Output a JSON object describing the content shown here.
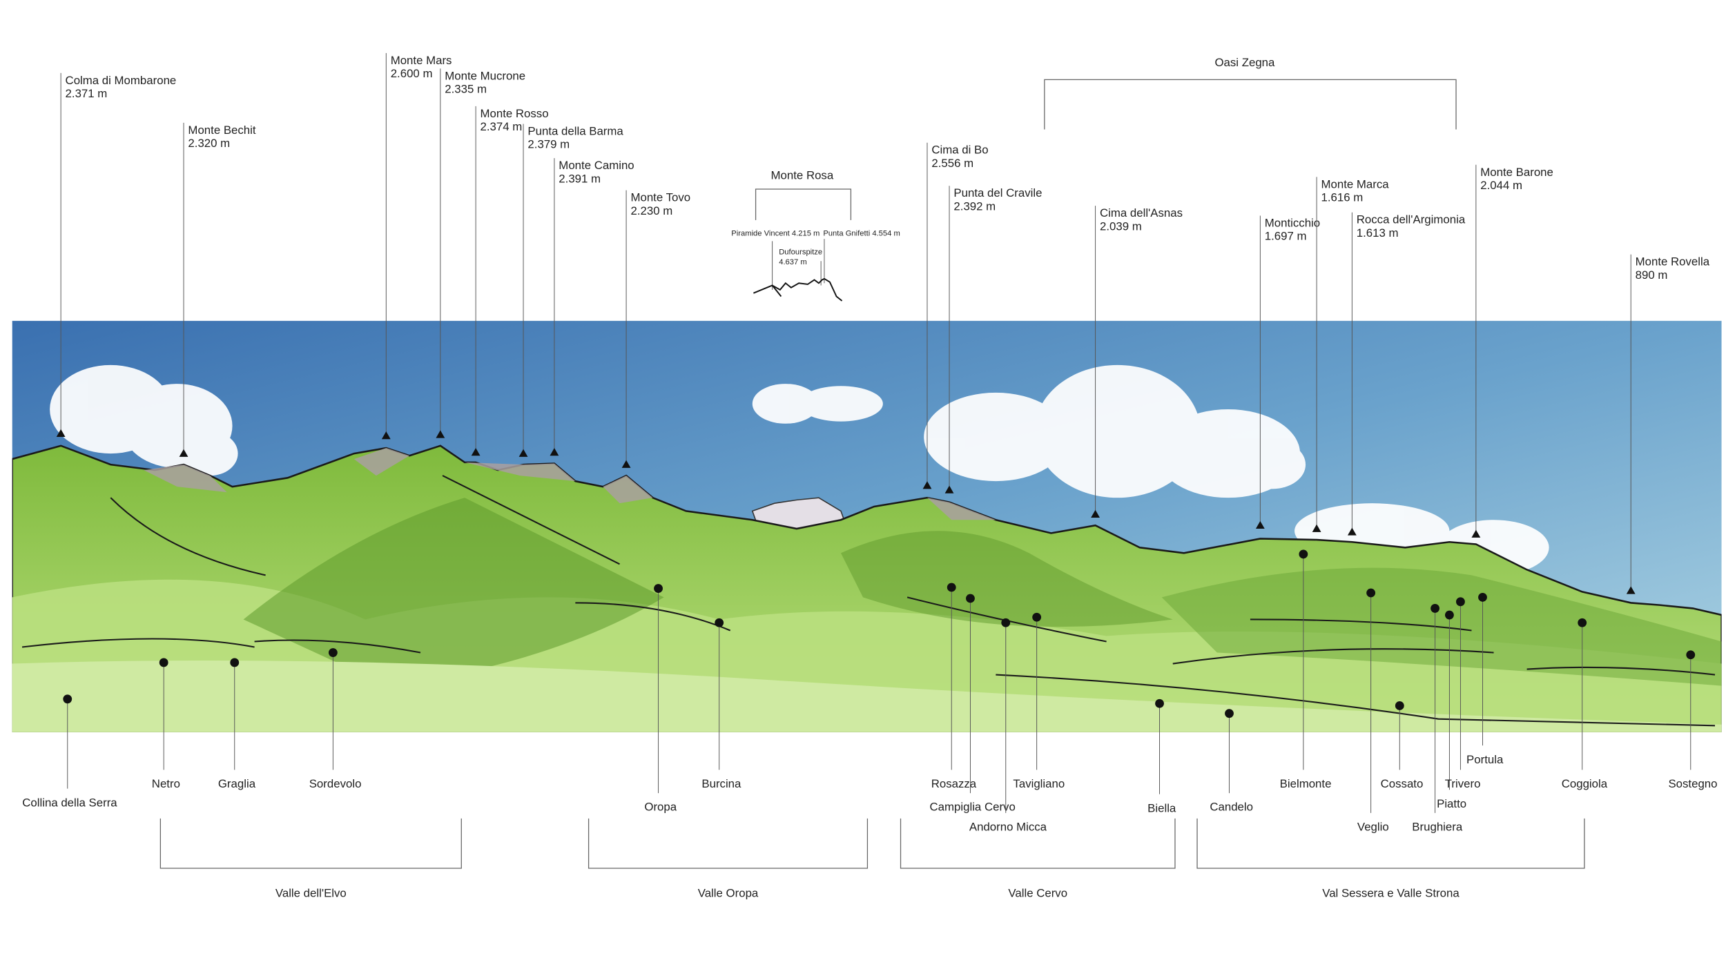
{
  "title_groups": {
    "oasi_zegna": "Oasi Zegna",
    "monte_rosa": {
      "title": "Monte Rosa",
      "piramide_vincent": "Piramide Vincent 4.215 m",
      "punta_gnifetti": "Punta Gnifetti 4.554 m",
      "dufourspitze_name": "Dufourspitze",
      "dufourspitze_elev": "4.637 m"
    }
  },
  "peaks": [
    {
      "name": "Colma di Mombarone",
      "elevation": "2.371 m"
    },
    {
      "name": "Monte Bechit",
      "elevation": "2.320 m"
    },
    {
      "name": "Monte Mars",
      "elevation": "2.600 m"
    },
    {
      "name": "Monte Mucrone",
      "elevation": "2.335 m"
    },
    {
      "name": "Monte Rosso",
      "elevation": "2.374 m"
    },
    {
      "name": "Punta della Barma",
      "elevation": "2.379 m"
    },
    {
      "name": "Monte Camino",
      "elevation": "2.391 m"
    },
    {
      "name": "Monte Tovo",
      "elevation": "2.230 m"
    },
    {
      "name": "Cima di Bo",
      "elevation": "2.556 m"
    },
    {
      "name": "Punta del Cravile",
      "elevation": "2.392 m"
    },
    {
      "name": "Cima dell'Asnas",
      "elevation": "2.039 m"
    },
    {
      "name": "Monticchio",
      "elevation": "1.697 m"
    },
    {
      "name": "Monte Marca",
      "elevation": "1.616 m"
    },
    {
      "name": "Rocca dell'Argimonia",
      "elevation": "1.613 m"
    },
    {
      "name": "Monte Barone",
      "elevation": "2.044 m"
    },
    {
      "name": "Monte Rovella",
      "elevation": "890 m"
    }
  ],
  "towns": [
    {
      "name": "Collina della Serra"
    },
    {
      "name": "Netro"
    },
    {
      "name": "Graglia"
    },
    {
      "name": "Sordevolo"
    },
    {
      "name": "Oropa"
    },
    {
      "name": "Burcina"
    },
    {
      "name": "Rosazza"
    },
    {
      "name": "Campiglia Cervo"
    },
    {
      "name": "Andorno Micca"
    },
    {
      "name": "Tavigliano"
    },
    {
      "name": "Biella"
    },
    {
      "name": "Candelo"
    },
    {
      "name": "Bielmonte"
    },
    {
      "name": "Veglio"
    },
    {
      "name": "Cossato"
    },
    {
      "name": "Brughiera"
    },
    {
      "name": "Piatto"
    },
    {
      "name": "Trivero"
    },
    {
      "name": "Portula"
    },
    {
      "name": "Coggiola"
    },
    {
      "name": "Sostegno"
    }
  ],
  "valleys": [
    {
      "name": "Valle dell'Elvo"
    },
    {
      "name": "Valle Oropa"
    },
    {
      "name": "Valle Cervo"
    },
    {
      "name": "Val Sessera e Valle Strona"
    }
  ],
  "colors": {
    "sky_top": "#3a70b0",
    "sky_bottom": "#a6cfe0",
    "green_light": "#c9e89a",
    "green_mid": "#9fcf55",
    "green_dark": "#5f9a2c",
    "rock": "#a9a0a0"
  }
}
